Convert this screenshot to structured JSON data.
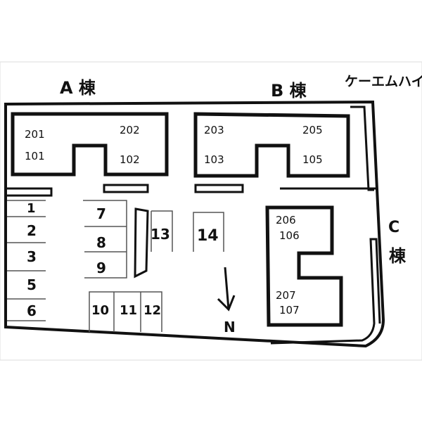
{
  "title": "ケーエムハイツ",
  "buildings": {
    "a": {
      "label": "A 棟",
      "units": [
        "201",
        "101",
        "202",
        "102"
      ]
    },
    "b": {
      "label": "B 棟",
      "units": [
        "203",
        "103",
        "205",
        "105"
      ]
    },
    "c": {
      "label_top": "C",
      "label_bottom": "棟",
      "units": [
        "206",
        "106",
        "207",
        "107"
      ]
    }
  },
  "parking": {
    "left": [
      "1",
      "2",
      "3",
      "5",
      "6"
    ],
    "middle": [
      "7",
      "8",
      "9"
    ],
    "bottom": [
      "10",
      "11",
      "12"
    ],
    "center": [
      "13",
      "14"
    ]
  },
  "compass": {
    "label": "N"
  },
  "colors": {
    "ink": "#111111",
    "background": "#ffffff"
  }
}
